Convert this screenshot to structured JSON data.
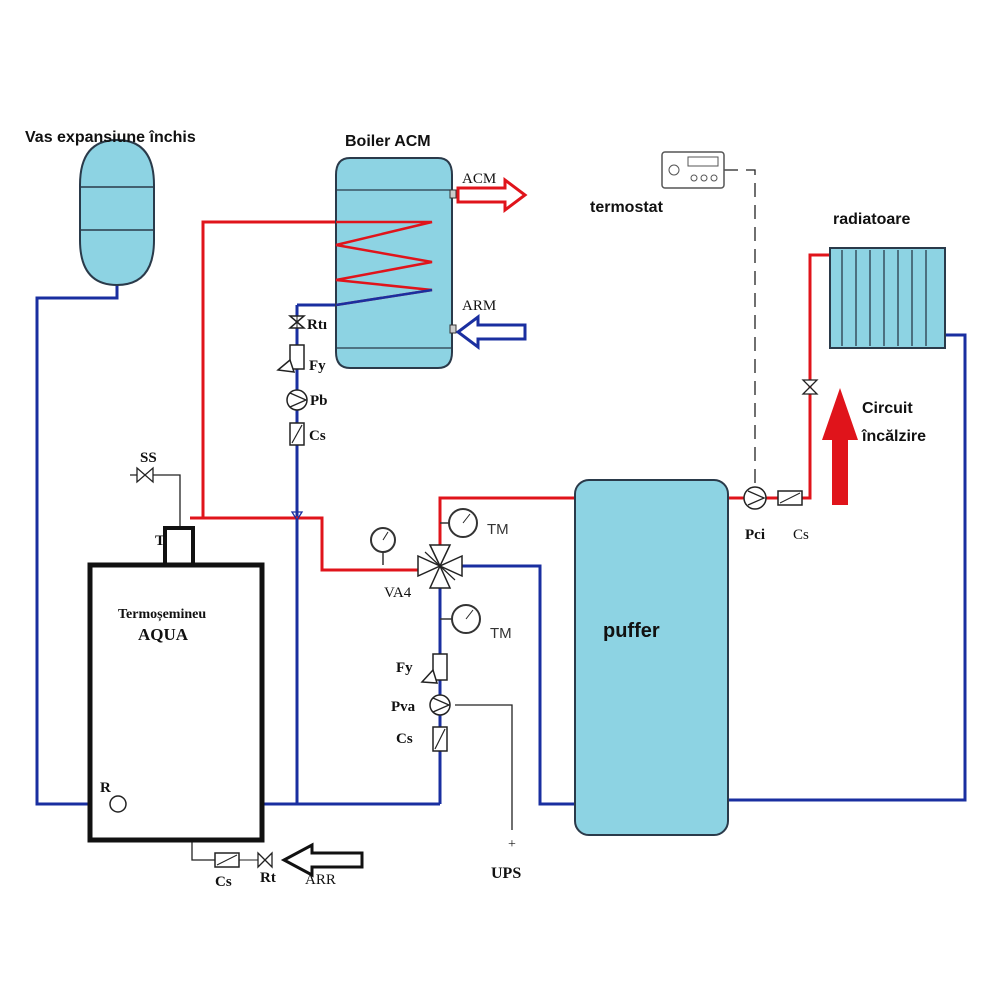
{
  "labels": {
    "expansion_vessel": "Vas expansiune închis",
    "boiler": "Boiler ACM",
    "acm": "ACM",
    "arm": "ARM",
    "thermostat": "termostat",
    "radiators": "radiatoare",
    "circuit_line1": "Circuit",
    "circuit_line2": "încălzire",
    "rt1": "Rtı",
    "fy_top": "Fy",
    "pb": "Pb",
    "cs_boiler": "Cs",
    "ss": "SS",
    "t": "T",
    "fireplace_line1": "Termoșemineu",
    "fireplace_line2": "AQUA",
    "r": "R",
    "tm_upper": "TM",
    "va4": "VA4",
    "tm_lower": "TM",
    "fy_lower": "Fy",
    "pva": "Pva",
    "cs_lower": "Cs",
    "ups_plus": "+",
    "ups": "UPS",
    "cs_bottom": "Cs",
    "rt_bottom": "Rt",
    "arr": "ARR",
    "puffer": "puffer",
    "pci": "Pci",
    "cs_right": "Cs"
  },
  "colors": {
    "hot_pipe": "#e0141b",
    "cold_pipe": "#1a2fa0",
    "tank_fill": "#8dd3e3",
    "tank_stroke": "#2a3a4a",
    "arrow_hot": "#e0141b",
    "arrow_cold": "#1a2fa0"
  }
}
